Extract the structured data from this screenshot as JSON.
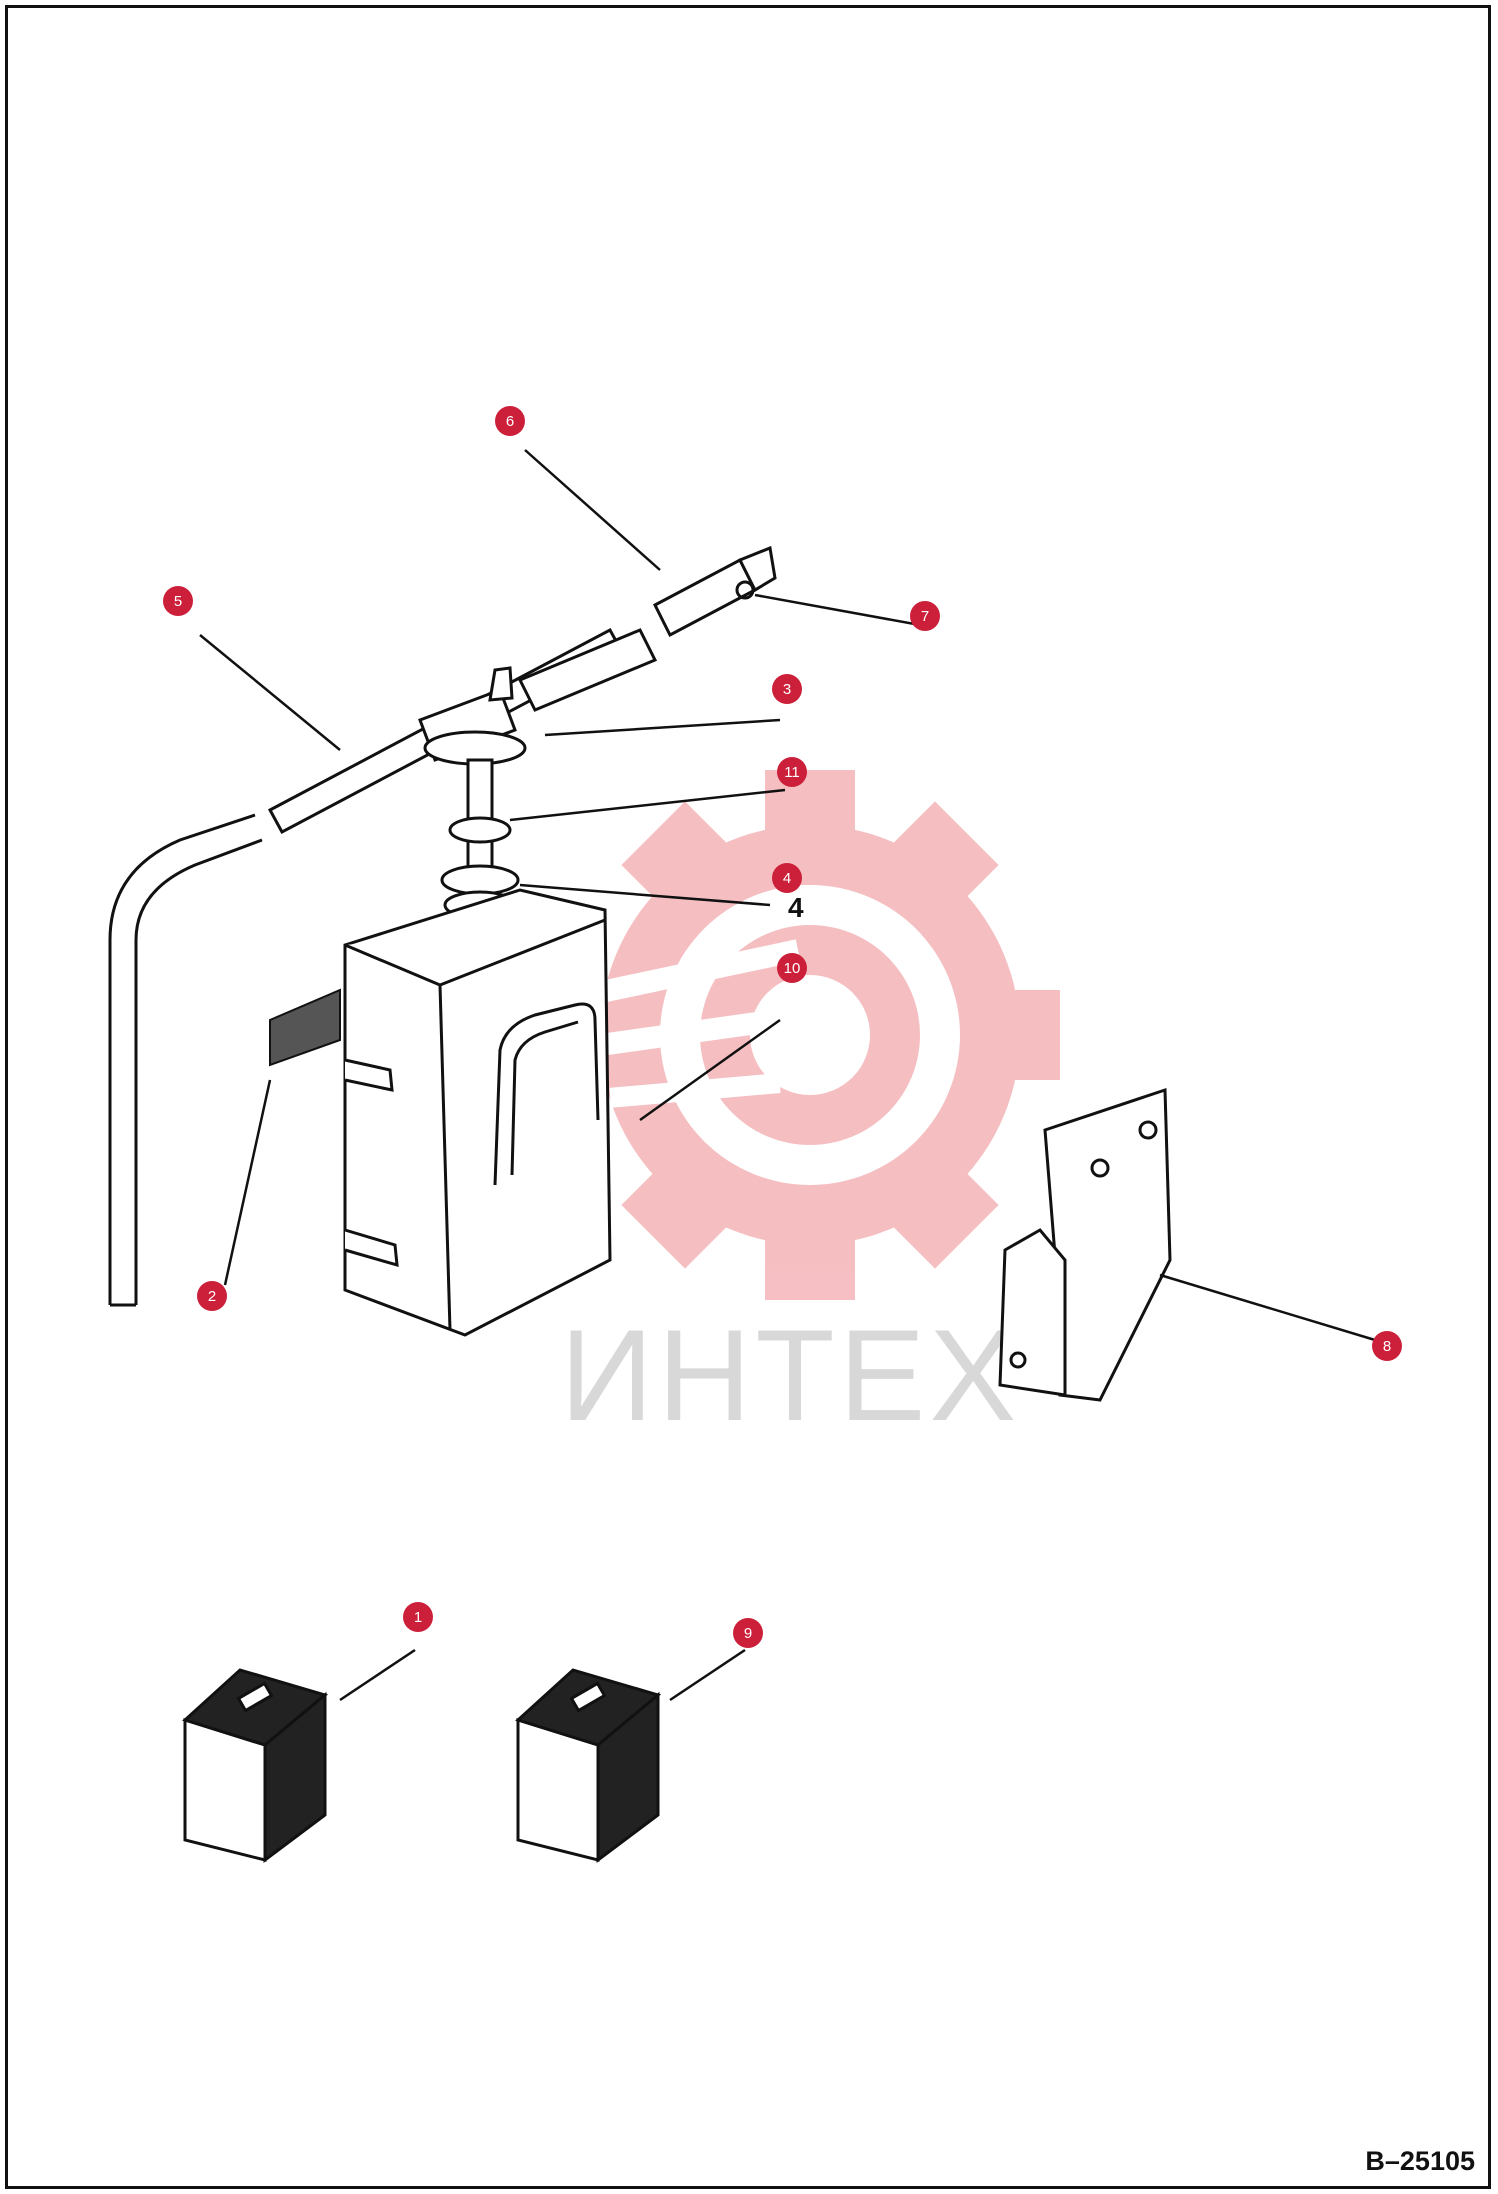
{
  "watermark": {
    "text": "ИНТЕХ",
    "gear_color": "#f4b4b8",
    "text_color": "#d8d8d8"
  },
  "drawing_code": "B–25105",
  "callout_color": "#cc1f3a",
  "callouts": [
    {
      "id": "callout-1",
      "label": "1"
    },
    {
      "id": "callout-2",
      "label": "2"
    },
    {
      "id": "callout-3",
      "label": "3"
    },
    {
      "id": "callout-4",
      "label": "4"
    },
    {
      "id": "callout-5",
      "label": "5"
    },
    {
      "id": "callout-6",
      "label": "6"
    },
    {
      "id": "callout-7",
      "label": "7"
    },
    {
      "id": "callout-8",
      "label": "8"
    },
    {
      "id": "callout-9",
      "label": "9"
    },
    {
      "id": "callout-10",
      "label": "10"
    },
    {
      "id": "callout-11",
      "label": "11"
    }
  ],
  "stray_labels": {
    "item4": "4"
  }
}
